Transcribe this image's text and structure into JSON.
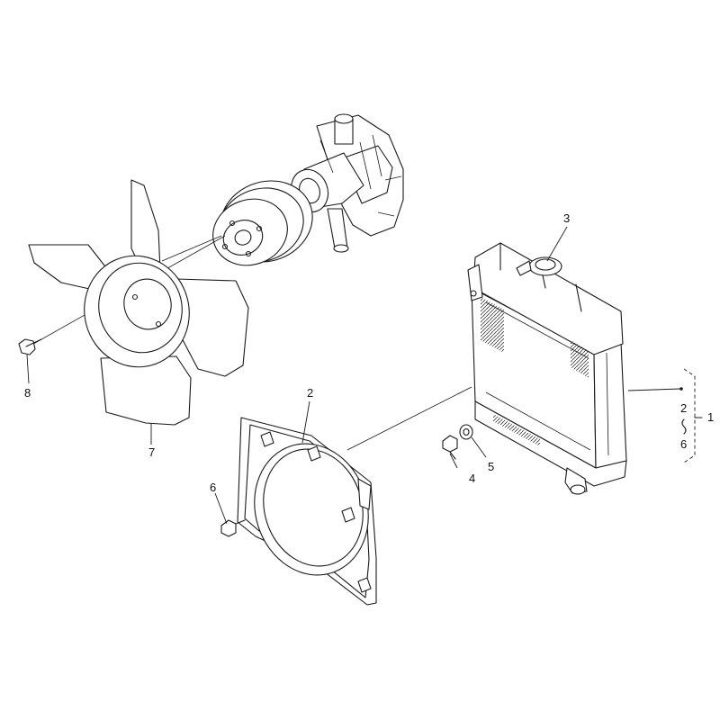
{
  "callouts": {
    "c1": "1",
    "c2": "2",
    "c2b": "2",
    "c3": "3",
    "c4": "4",
    "c5": "5",
    "c6": "6",
    "c6b": "6",
    "c7": "7",
    "c8": "8"
  },
  "parts": [
    {
      "id": "radiator-assembly",
      "callout": "1"
    },
    {
      "id": "fan-shroud",
      "callout": "2"
    },
    {
      "id": "radiator-cap",
      "callout": "3"
    },
    {
      "id": "drain-cock",
      "callout": "4"
    },
    {
      "id": "drain-washer",
      "callout": "5"
    },
    {
      "id": "shroud-bolt",
      "callout": "6"
    },
    {
      "id": "cooling-fan",
      "callout": "7"
    },
    {
      "id": "fan-bolt",
      "callout": "8"
    }
  ]
}
